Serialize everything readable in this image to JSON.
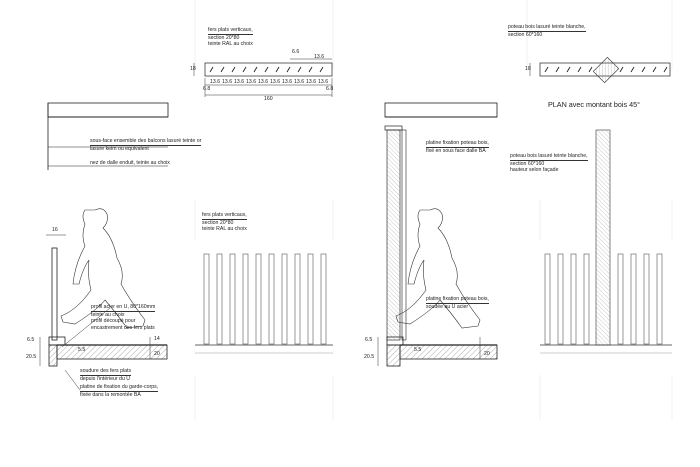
{
  "plan_left": {
    "label_line1": "fers plats verticaux,",
    "label_line2": "section 20*80",
    "label_line3": "teinte RAL au choix",
    "dim_gap": "6.6",
    "dim_right": "13.6",
    "dim_depth": "18",
    "dim_spacings": [
      "13.6",
      "13.6",
      "13.6",
      "13.6",
      "13.6",
      "13.6",
      "13.6",
      "13.6",
      "13.6",
      "13.6"
    ],
    "dim_end_left": "6.8",
    "dim_end_right": "6.8",
    "dim_total": "160"
  },
  "plan_right": {
    "label_line1": "poteau bois lasuré teinte blanche,",
    "label_line2": "section 60*160",
    "dim_depth": "18",
    "title": "PLAN avec montant bois 45°"
  },
  "section_left": {
    "soffit_line1": "sous-face ensemble des balcons lasuré teinte or",
    "soffit_line2": "lasure keim ou equivalent",
    "nose_label": "nez de dalle enduit, teinte au choix",
    "dim_top": "16",
    "profile_line1": "profil acier en U, 80*160mm",
    "profile_line2": "teinte au choix",
    "profile_line3": "profil découpé pour",
    "profile_line4": "encastrement des fers plats",
    "weld_line1": "soudure des fers plats",
    "weld_line2": "depuis l'intérieur du U",
    "plate_line1": "platine de fixation du garde-corps,",
    "plate_line2": "fixée dans la remontée BA",
    "dim_65": "6.5",
    "dim_205": "20.5",
    "dim_14": "14",
    "dim_55": "5.5",
    "dim_20": "20"
  },
  "elevation_left": {
    "label_line1": "fers plats verticaux,",
    "label_line2": "section 20*80",
    "label_line3": "teinte RAL au choix"
  },
  "section_right": {
    "plate_top_line1": "platine fixation poteau bois,",
    "plate_top_line2": "fixé en sous face dalle BA",
    "plate_bottom_line1": "platine fixation poteau bois,",
    "plate_bottom_line2": "soudée au U acier",
    "dim_65": "6.5",
    "dim_205": "20.5",
    "dim_55": "5.5",
    "dim_20": "20"
  },
  "elevation_right": {
    "post_line1": "poteau bois lasuré teinte blanche,",
    "post_line2": "section 60*160",
    "post_line3": "hauteur selon façade"
  }
}
